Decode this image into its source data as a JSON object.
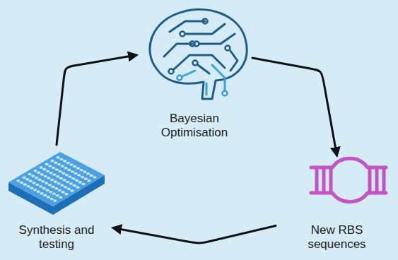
{
  "diagram": {
    "nodes": [
      {
        "text": [
          "Bayesian Optimisation"
        ]
      },
      {
        "text": [
          "New RBS sequences"
        ]
      },
      {
        "text": [
          "Synthesis and testing"
        ]
      }
    ],
    "edges": [
      {
        "from": 0,
        "to": 1,
        "arrow": "to"
      },
      {
        "from": 1,
        "to": 2,
        "arrow": "to"
      },
      {
        "from": 2,
        "to": 0,
        "arrow": "to"
      }
    ]
  }
}
